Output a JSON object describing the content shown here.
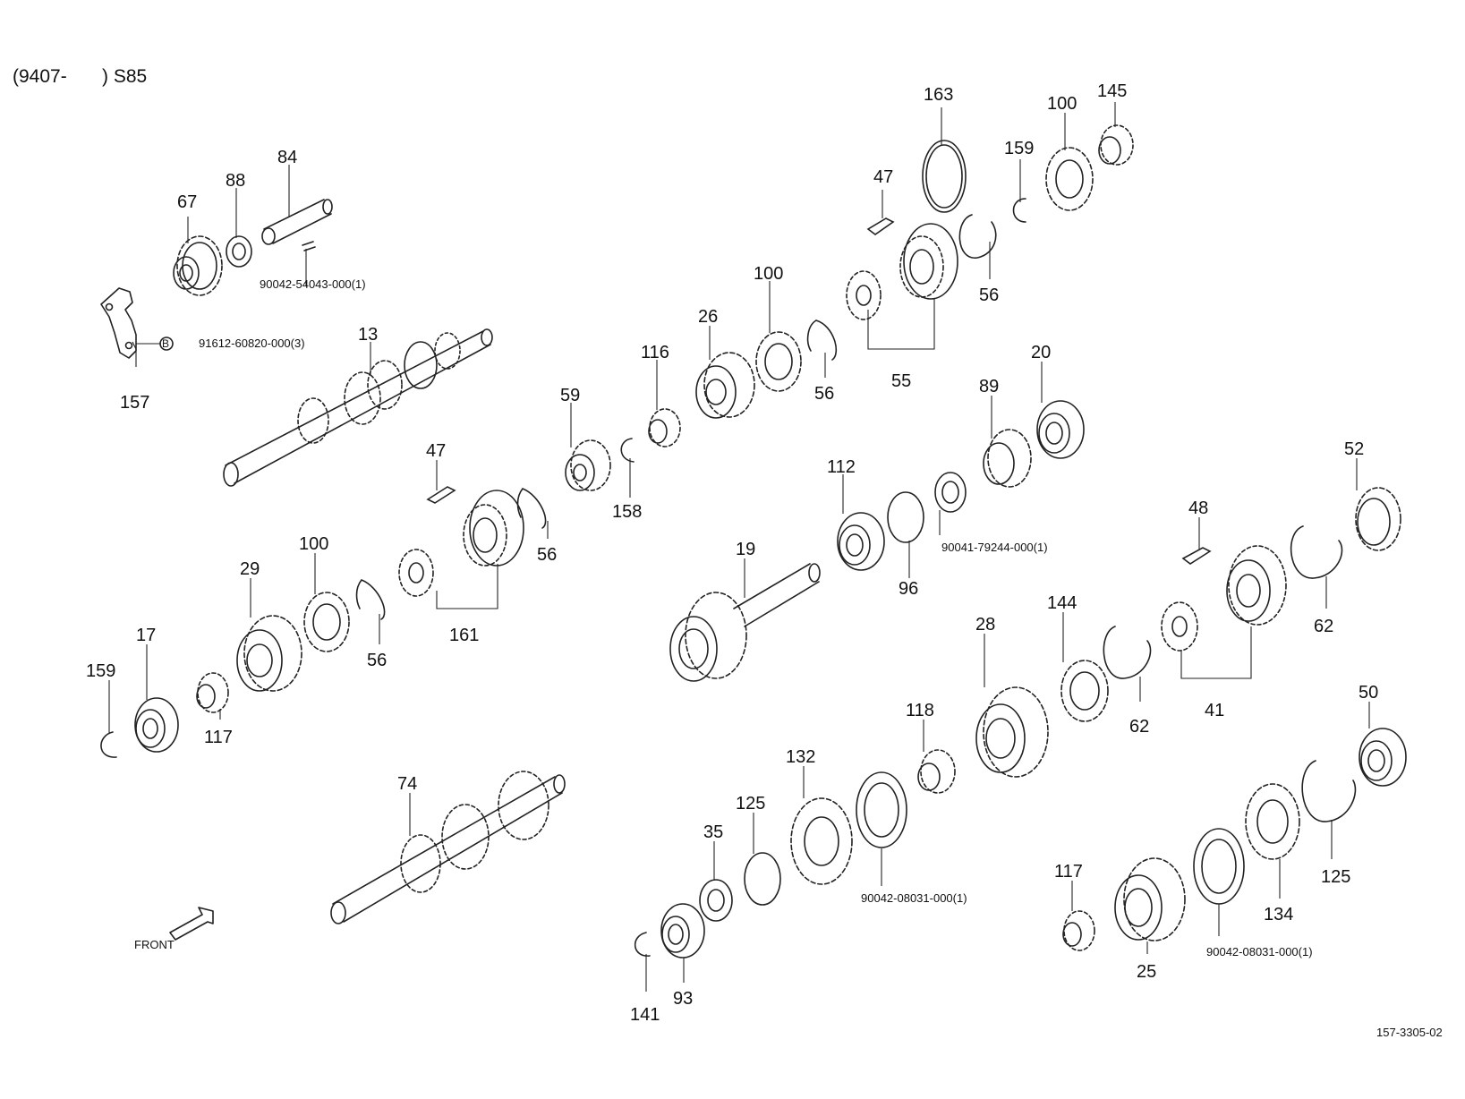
{
  "header": {
    "range_open": "(9407-",
    "range_close": ") S85"
  },
  "labels": {
    "p13": "13",
    "p17": "17",
    "p19": "19",
    "p20": "20",
    "p25": "25",
    "p26": "26",
    "p28": "28",
    "p29": "29",
    "p35": "35",
    "p41": "41",
    "p47a": "47",
    "p47b": "47",
    "p48": "48",
    "p50": "50",
    "p52": "52",
    "p55": "55",
    "p56a": "56",
    "p56b": "56",
    "p56c": "56",
    "p56d": "56",
    "p59": "59",
    "p62a": "62",
    "p62b": "62",
    "p67": "67",
    "p74": "74",
    "p84": "84",
    "p88": "88",
    "p89": "89",
    "p93": "93",
    "p96": "96",
    "p100a": "100",
    "p100b": "100",
    "p100c": "100",
    "p112": "112",
    "p116": "116",
    "p117a": "117",
    "p117b": "117",
    "p118": "118",
    "p125a": "125",
    "p125b": "125",
    "p132": "132",
    "p134": "134",
    "p141": "141",
    "p144": "144",
    "p145": "145",
    "p157": "157",
    "p158": "158",
    "p159a": "159",
    "p159b": "159",
    "p161": "161",
    "p163": "163"
  },
  "part_numbers": {
    "pn_54043": "90042-54043-000(1)",
    "pn_60820": "91612-60820-000(3)",
    "pn_79244": "90041-79244-000(1)",
    "pn_08031a": "90042-08031-000(1)",
    "pn_08031b": "90042-08031-000(1)"
  },
  "marker": "B",
  "front": "FRONT",
  "doc_code": "157-3305-02"
}
